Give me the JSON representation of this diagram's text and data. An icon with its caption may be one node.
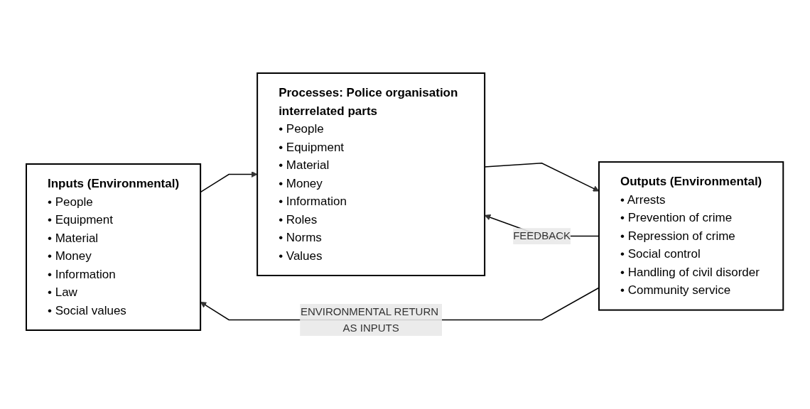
{
  "diagram": {
    "nodes": [
      {
        "text": [
          "Inputs (Environmental)",
          "• People",
          "• Equipment",
          "• Material",
          "• Money",
          "• Information",
          "• Law",
          "• Social values"
        ]
      },
      {
        "text": [
          "Processes: Police organisation interrelated parts",
          "• People",
          "• Equipment",
          "• Material",
          "• Money",
          "• Information",
          "• Roles",
          "• Norms",
          "• Values"
        ]
      },
      {
        "text": [
          "Outputs (Environmental)",
          "• Arrests",
          "• Prevention of crime",
          "• Repression of crime",
          "• Social control",
          "• Handling of civil disorder",
          "• Community service"
        ]
      }
    ],
    "edges": [
      {
        "from": 0,
        "to": 1,
        "arrow": "to"
      },
      {
        "from": 1,
        "to": 2,
        "arrow": "to"
      },
      {
        "from": 2,
        "to": 1,
        "arrow": "to",
        "label": "FEEDBACK"
      },
      {
        "from": 2,
        "to": 0,
        "arrow": "to",
        "label": "ENVIRONMENTAL RETURN AS INPUTS"
      }
    ]
  }
}
